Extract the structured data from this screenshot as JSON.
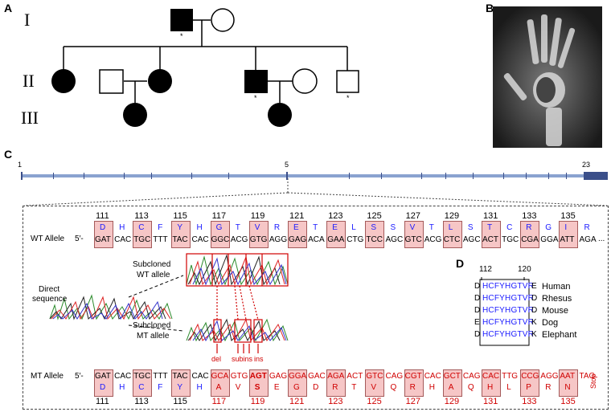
{
  "panels": {
    "a": "A",
    "b": "B",
    "c": "C",
    "d": "D"
  },
  "pedigree": {
    "gen1": "I",
    "gen2": "II",
    "gen3": "III",
    "asterisk": "*"
  },
  "gene": {
    "exon_start": "1",
    "exon_mid": "5",
    "exon_end": "23"
  },
  "labels": {
    "wt_allele": "WT Allele",
    "mt_allele": "MT Allele",
    "five_prime": "5′-",
    "direct": "Direct",
    "sequence": "sequence",
    "subcloned": "Subcloned",
    "wt_allele_lc": "WT allele",
    "mt_allele_lc": "MT allele",
    "del": "del",
    "subins": "subins",
    "ins": "ins",
    "stop": "Stop",
    "ellipsis": "..."
  },
  "wt": {
    "positions": [
      "111",
      "113",
      "115",
      "117",
      "119",
      "121",
      "123",
      "125",
      "127",
      "129",
      "131",
      "133",
      "135"
    ],
    "codons": [
      "GAT",
      "CAC",
      "TGC",
      "TTT",
      "TAC",
      "CAC",
      "GGC",
      "ACG",
      "GTG",
      "AGG",
      "GAG",
      "ACA",
      "GAA",
      "CTG",
      "TCC",
      "AGC",
      "GTC",
      "ACG",
      "CTC",
      "AGC",
      "ACT",
      "TGC",
      "CGA",
      "GGA",
      "ATT",
      "AGA"
    ],
    "aas": [
      "D",
      "H",
      "C",
      "F",
      "Y",
      "H",
      "G",
      "T",
      "V",
      "R",
      "E",
      "T",
      "E",
      "L",
      "S",
      "S",
      "V",
      "T",
      "L",
      "S",
      "T",
      "C",
      "R",
      "G",
      "I",
      "R"
    ]
  },
  "mt": {
    "positions": [
      "111",
      "113",
      "115",
      "117",
      "119",
      "121",
      "123",
      "125",
      "127",
      "129",
      "131",
      "133",
      "135"
    ],
    "codons": [
      "GAT",
      "CAC",
      "TGC",
      "TTT",
      "TAC",
      "CAC",
      "GCA",
      "GTG",
      "AGT",
      "GAG",
      "GGA",
      "GAC",
      "AGA",
      "ACT",
      "GTC",
      "CAG",
      "CGT",
      "CAC",
      "GCT",
      "CAG",
      "CAC",
      "TTG",
      "CCG",
      "AGG",
      "AAT",
      "TAG"
    ],
    "aas": [
      "D",
      "H",
      "C",
      "F",
      "Y",
      "H",
      "A",
      "V",
      "S",
      "E",
      "G",
      "D",
      "R",
      "T",
      "V",
      "Q",
      "R",
      "H",
      "A",
      "Q",
      "H",
      "L",
      "P",
      "R",
      "N"
    ]
  },
  "conservation": {
    "pos_start": "112",
    "pos_end": "120",
    "rows": [
      {
        "left": "D",
        "core": "HCFYHGTVR",
        "right": "E",
        "species": "Human"
      },
      {
        "left": "D",
        "core": "HCFYHGTVR",
        "right": "D",
        "species": "Rhesus"
      },
      {
        "left": "D",
        "core": "HCFYHGTVR",
        "right": "D",
        "species": "Mouse"
      },
      {
        "left": "E",
        "core": "HCFYHGTVR",
        "right": "K",
        "species": "Dog"
      },
      {
        "left": "D",
        "core": "HCFYHGTVR",
        "right": "K",
        "species": "Elephant"
      }
    ]
  },
  "colors": {
    "aa_wt": "#1a1aff",
    "aa_mt": "#d00000",
    "highlight": "#f6c6c6"
  }
}
